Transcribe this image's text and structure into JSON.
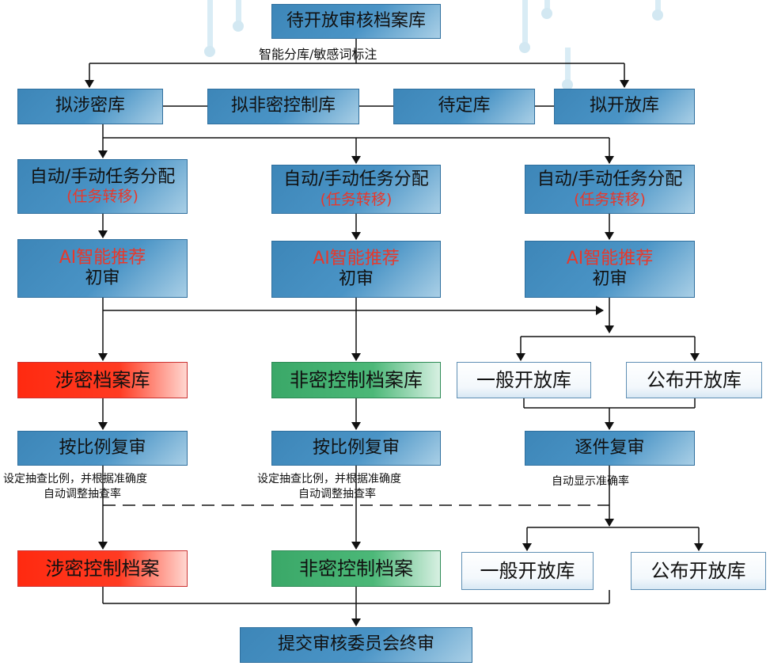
{
  "top": {
    "title": "待开放审核档案库",
    "note": "智能分库/敏感词标注"
  },
  "libraries": [
    "拟涉密库",
    "拟非密控制库",
    "待定库",
    "拟开放库"
  ],
  "assign": {
    "line1": "自动/手动任务分配",
    "line2": "(任务转移)"
  },
  "ai": {
    "line1": "AI智能推荐",
    "line2": "初审"
  },
  "archives": {
    "secret": "涉密档案库",
    "nonsecret": "非密控制档案库",
    "general_open": "一般开放库",
    "public_open": "公布开放库"
  },
  "review": {
    "sample": "按比例复审",
    "each": "逐件复审"
  },
  "notes": {
    "sample_line1": "设定抽查比例，并根据准确度",
    "sample_line2": "自动调整抽查率",
    "each_note": "自动显示准确率"
  },
  "final_archives": {
    "secret": "涉密控制档案",
    "nonsecret": "非密控制档案",
    "general_open": "一般开放库",
    "public_open": "公布开放库"
  },
  "final": "提交审核委员会终审"
}
